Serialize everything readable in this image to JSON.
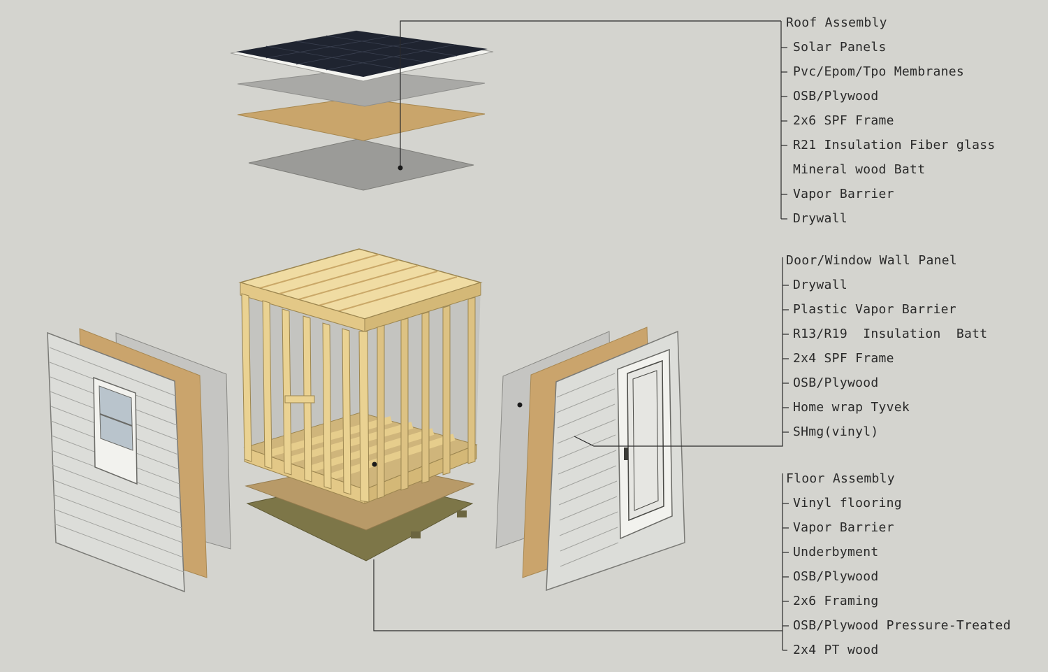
{
  "roof": {
    "title": "Roof Assembly",
    "items": [
      "Solar Panels",
      "Pvc/Epom/Tpo Membranes",
      "OSB/Plywood",
      "2x6 SPF Frame",
      "R21 Insulation Fiber glass",
      "Mineral wood Batt",
      "Vapor Barrier",
      "Drywall"
    ]
  },
  "wall": {
    "title": "Door/Window Wall Panel",
    "items": [
      "Drywall",
      "Plastic Vapor Barrier",
      "R13/R19  Insulation  Batt",
      "2x4 SPF Frame",
      "OSB/Plywood",
      "Home wrap Tyvek",
      "SHmg(vinyl)"
    ]
  },
  "floor": {
    "title": "Floor Assembly",
    "items": [
      "Vinyl flooring",
      "Vapor Barrier",
      "Underbyment",
      "OSB/Plywood",
      "2x6 Framing",
      "OSB/Plywood Pressure-Treated",
      "2x4 PT wood"
    ]
  },
  "colors": {
    "background": "#d4d4cf",
    "line": "#2a2a2a",
    "wood": "#e8cf8f",
    "osb": "#c9a56b",
    "drywall": "#a9a9a6",
    "siding": "#d9dad6",
    "solar": "#1f2430"
  }
}
